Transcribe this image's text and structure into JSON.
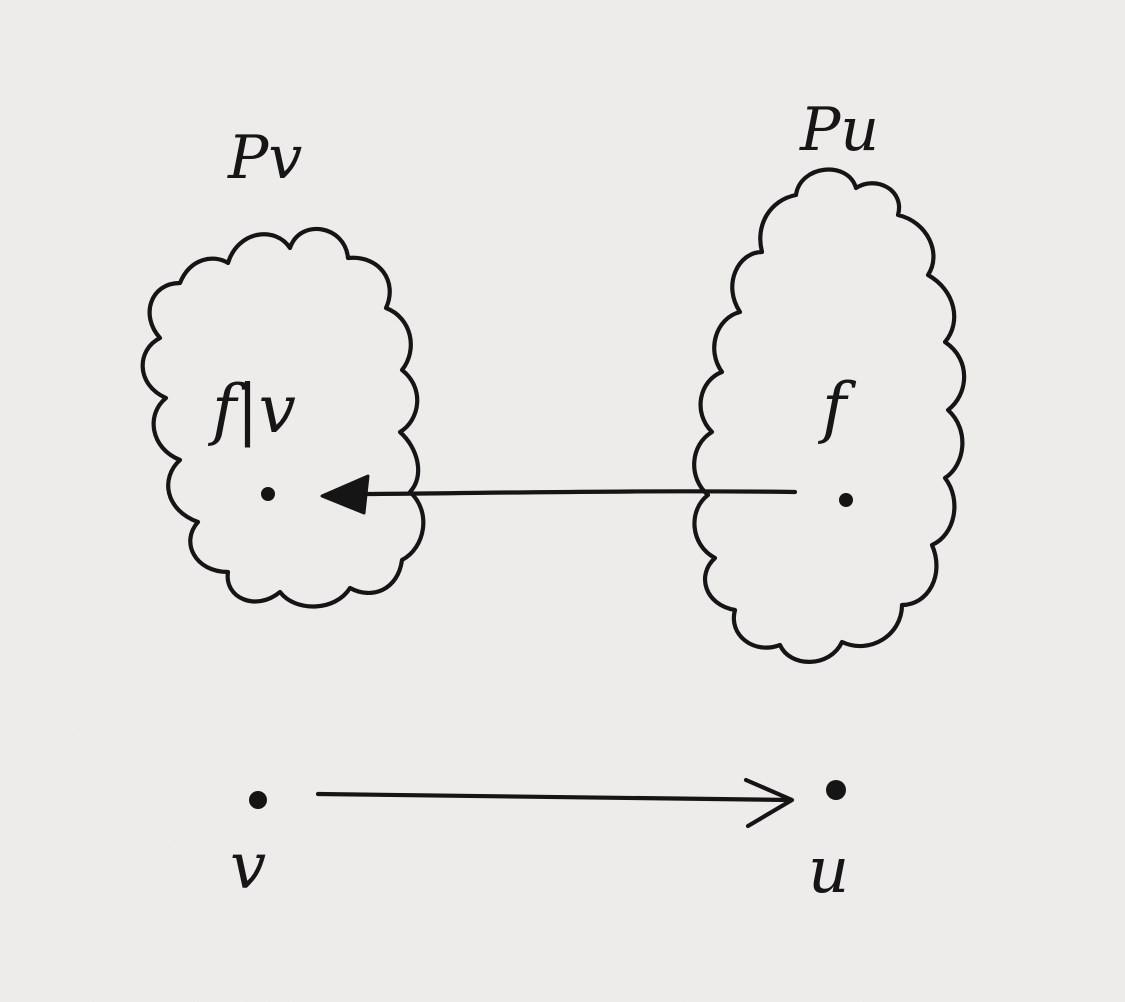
{
  "diagram": {
    "sheaf_left": {
      "title": "Pv",
      "section_label": "f|v"
    },
    "sheaf_right": {
      "title": "Pu",
      "section_label": "f"
    },
    "point_left": {
      "label": "v"
    },
    "point_right": {
      "label": "u"
    },
    "colors": {
      "ink": "#151515",
      "paper": "#efeeec"
    }
  }
}
